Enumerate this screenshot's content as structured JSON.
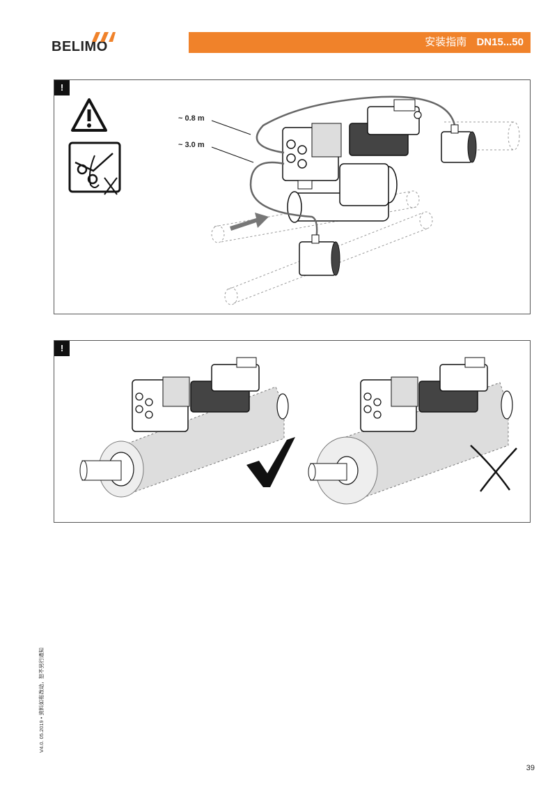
{
  "header": {
    "brand": "BELIMO",
    "title": "安装指南",
    "model_range": "DN15...50",
    "accent_color": "#f0822a"
  },
  "panel1": {
    "warning_tag": "!",
    "icons": [
      "warning-triangle-icon",
      "no-cutting-cable-icon"
    ],
    "cable_lengths": [
      "~ 0.8 m",
      "~ 3.0 m"
    ]
  },
  "panel2": {
    "warning_tag": "!",
    "icons": [
      "check-mark-icon",
      "cross-mark-icon"
    ]
  },
  "footer": {
    "version_note": "V4.0. 05.2019 • 资料如有改动，恕不另行通知",
    "page_number": "39"
  }
}
